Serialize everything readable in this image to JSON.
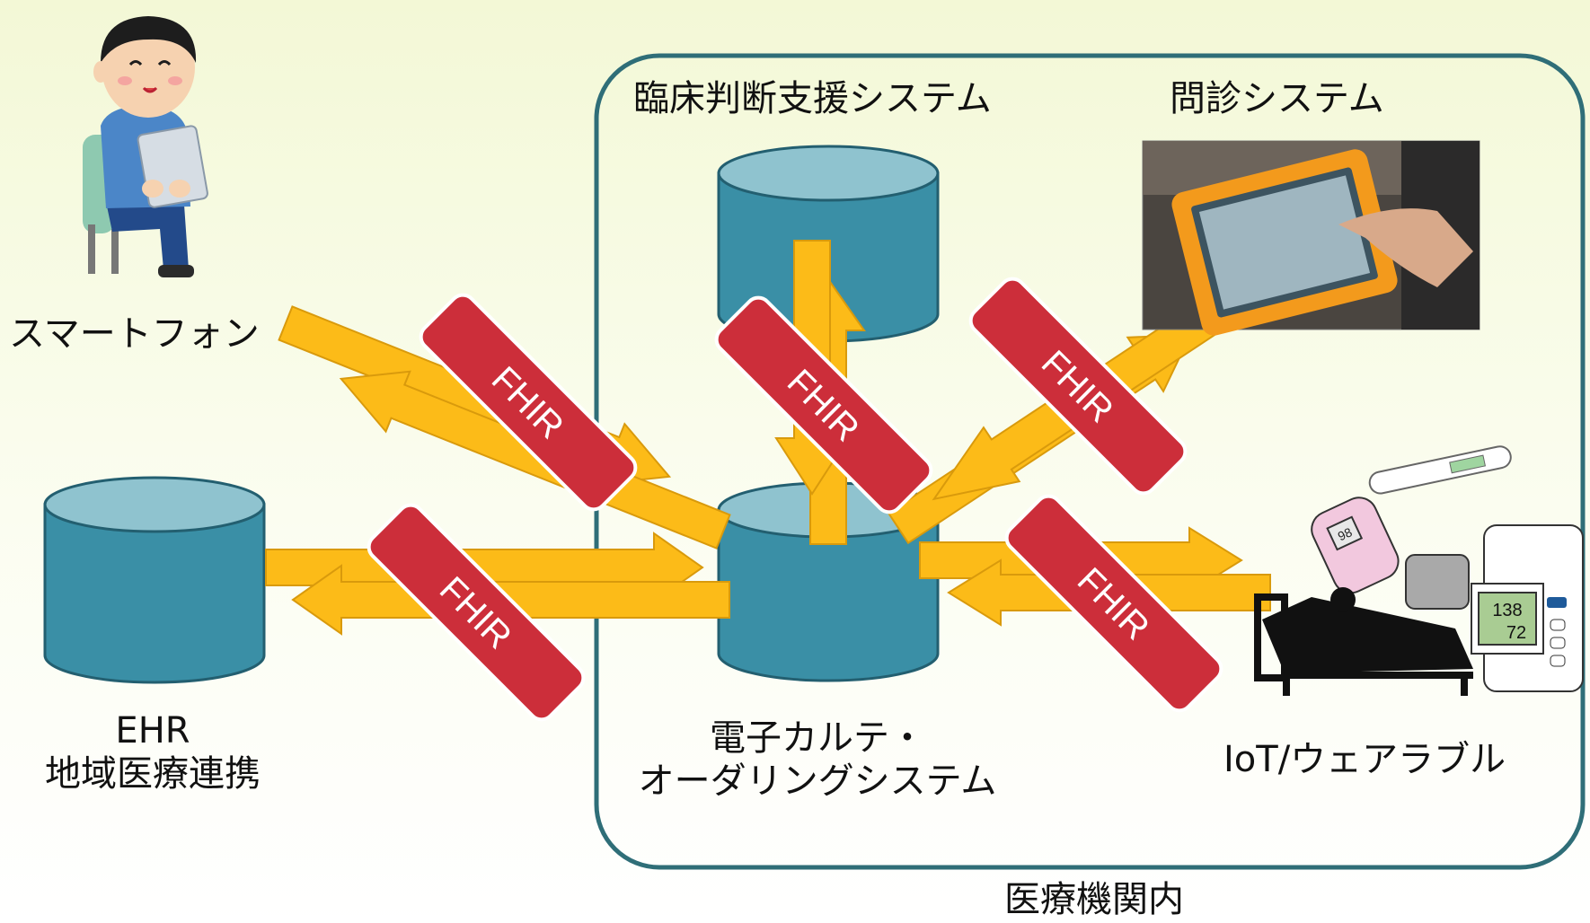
{
  "labels": {
    "smartphone": "スマートフォン",
    "ehr_line1": "EHR",
    "ehr_line2": "地域医療連携",
    "cdss": "臨床判断支援システム",
    "monshin": "問診システム",
    "emr_line1": "電子カルテ・",
    "emr_line2": "オーダリングシステム",
    "iot": "IoT/ウェアラブル",
    "institution": "医療機関内"
  },
  "fhir_tags": [
    "FHIR",
    "FHIR",
    "FHIR",
    "FHIR",
    "FHIR"
  ],
  "device_display": {
    "systolic": "138",
    "diastolic": "72",
    "pulse_oximeter": "98"
  },
  "colors": {
    "cylinder_fill": "#3a8fa6",
    "cylinder_top": "#8fc3cf",
    "arrow": "#fcbb18",
    "fhir_tag": "#cc2e3a",
    "boundary": "#2f6e78"
  }
}
